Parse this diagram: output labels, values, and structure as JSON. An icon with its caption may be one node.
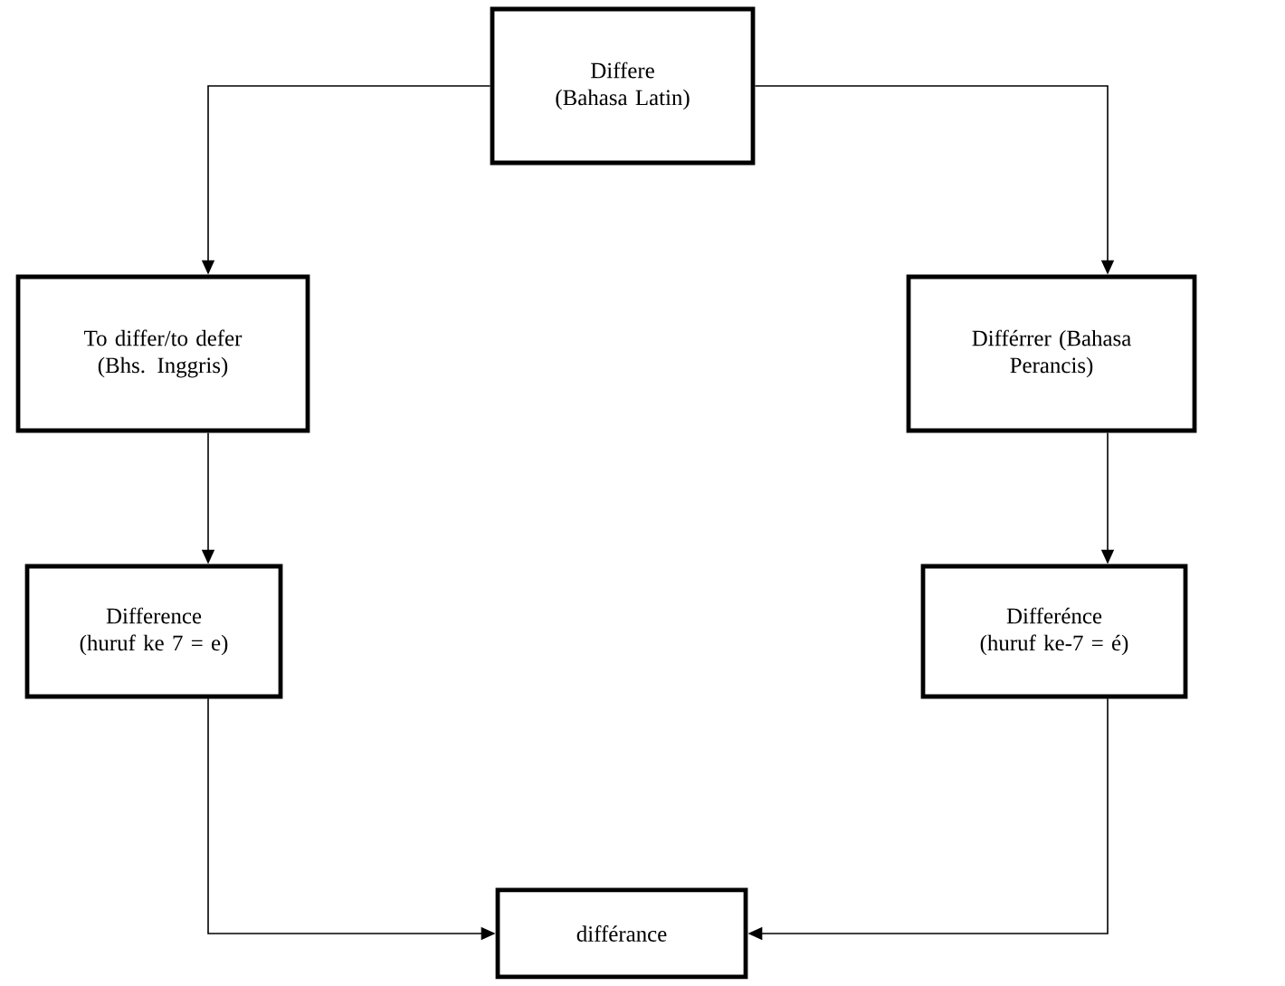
{
  "diagram": {
    "nodes": [
      {
        "text": [
          "Differe",
          "(Bahasa Latin)"
        ]
      },
      {
        "text": [
          "To differ/to defer",
          "(Bhs. Inggris)"
        ]
      },
      {
        "text": [
          "Différrer (Bahasa Perancis)"
        ]
      },
      {
        "text": [
          "Difference",
          "(huruf ke 7 = e)"
        ]
      },
      {
        "text": [
          "Differénce",
          "(huruf ke-7 = é)"
        ]
      },
      {
        "text": [
          "différance"
        ]
      }
    ],
    "edges": [
      {
        "from": 0,
        "to": 1,
        "arrow": "to"
      },
      {
        "from": 0,
        "to": 2,
        "arrow": "to"
      },
      {
        "from": 1,
        "to": 3,
        "arrow": "to"
      },
      {
        "from": 2,
        "to": 4,
        "arrow": "to"
      },
      {
        "from": 3,
        "to": 5,
        "arrow": "to"
      },
      {
        "from": 4,
        "to": 5,
        "arrow": "to"
      }
    ]
  }
}
